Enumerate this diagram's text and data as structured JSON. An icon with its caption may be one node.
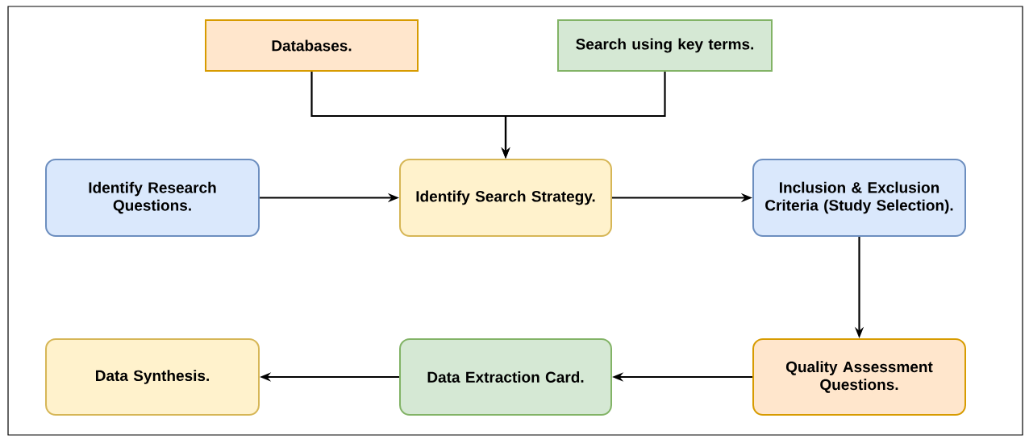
{
  "diagram": {
    "nodes": [
      {
        "text": [
          "Databases."
        ]
      },
      {
        "text": [
          "Search using key terms."
        ]
      },
      {
        "text": [
          "Identify Research Questions."
        ]
      },
      {
        "text": [
          "Identify Search Strategy."
        ]
      },
      {
        "text": [
          "Inclusion & Exclusion Criteria (Study Selection)."
        ]
      },
      {
        "text": [
          "Data Synthesis."
        ]
      },
      {
        "text": [
          "Data Extraction Card."
        ]
      },
      {
        "text": [
          "Quality Assessment Questions."
        ]
      }
    ],
    "edges": [
      {
        "from": 0,
        "to": 3,
        "arrow": "to"
      },
      {
        "from": 1,
        "to": 3,
        "arrow": "to"
      },
      {
        "from": 2,
        "to": 3,
        "arrow": "to"
      },
      {
        "from": 3,
        "to": 4,
        "arrow": "to"
      },
      {
        "from": 4,
        "to": 7,
        "arrow": "to"
      },
      {
        "from": 7,
        "to": 6,
        "arrow": "to"
      },
      {
        "from": 6,
        "to": 5,
        "arrow": "to"
      }
    ]
  }
}
